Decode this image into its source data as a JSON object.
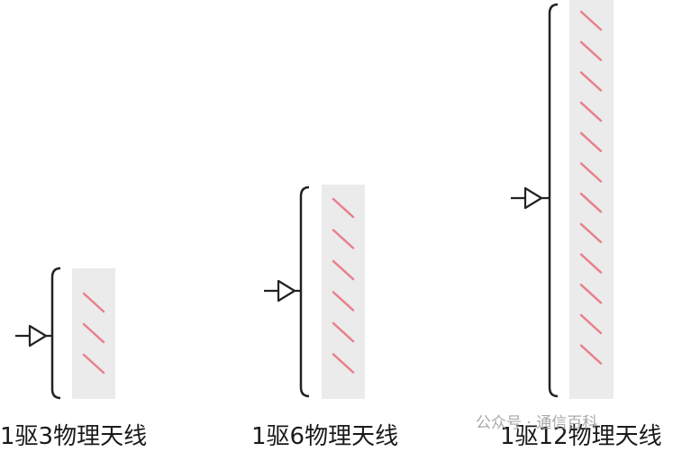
{
  "colors": {
    "panel": "#ebebeb",
    "element": "#e8808c",
    "line": "#222222",
    "caption": "#1a1a1a",
    "watermark": "#9a9a9a"
  },
  "groups": [
    {
      "caption": "1驱3物理天线",
      "element_count": 3
    },
    {
      "caption": "1驱6物理天线",
      "element_count": 6
    },
    {
      "caption": "1驱12物理天线",
      "element_count": 12
    }
  ],
  "watermark": "公众号 · 通信百科"
}
